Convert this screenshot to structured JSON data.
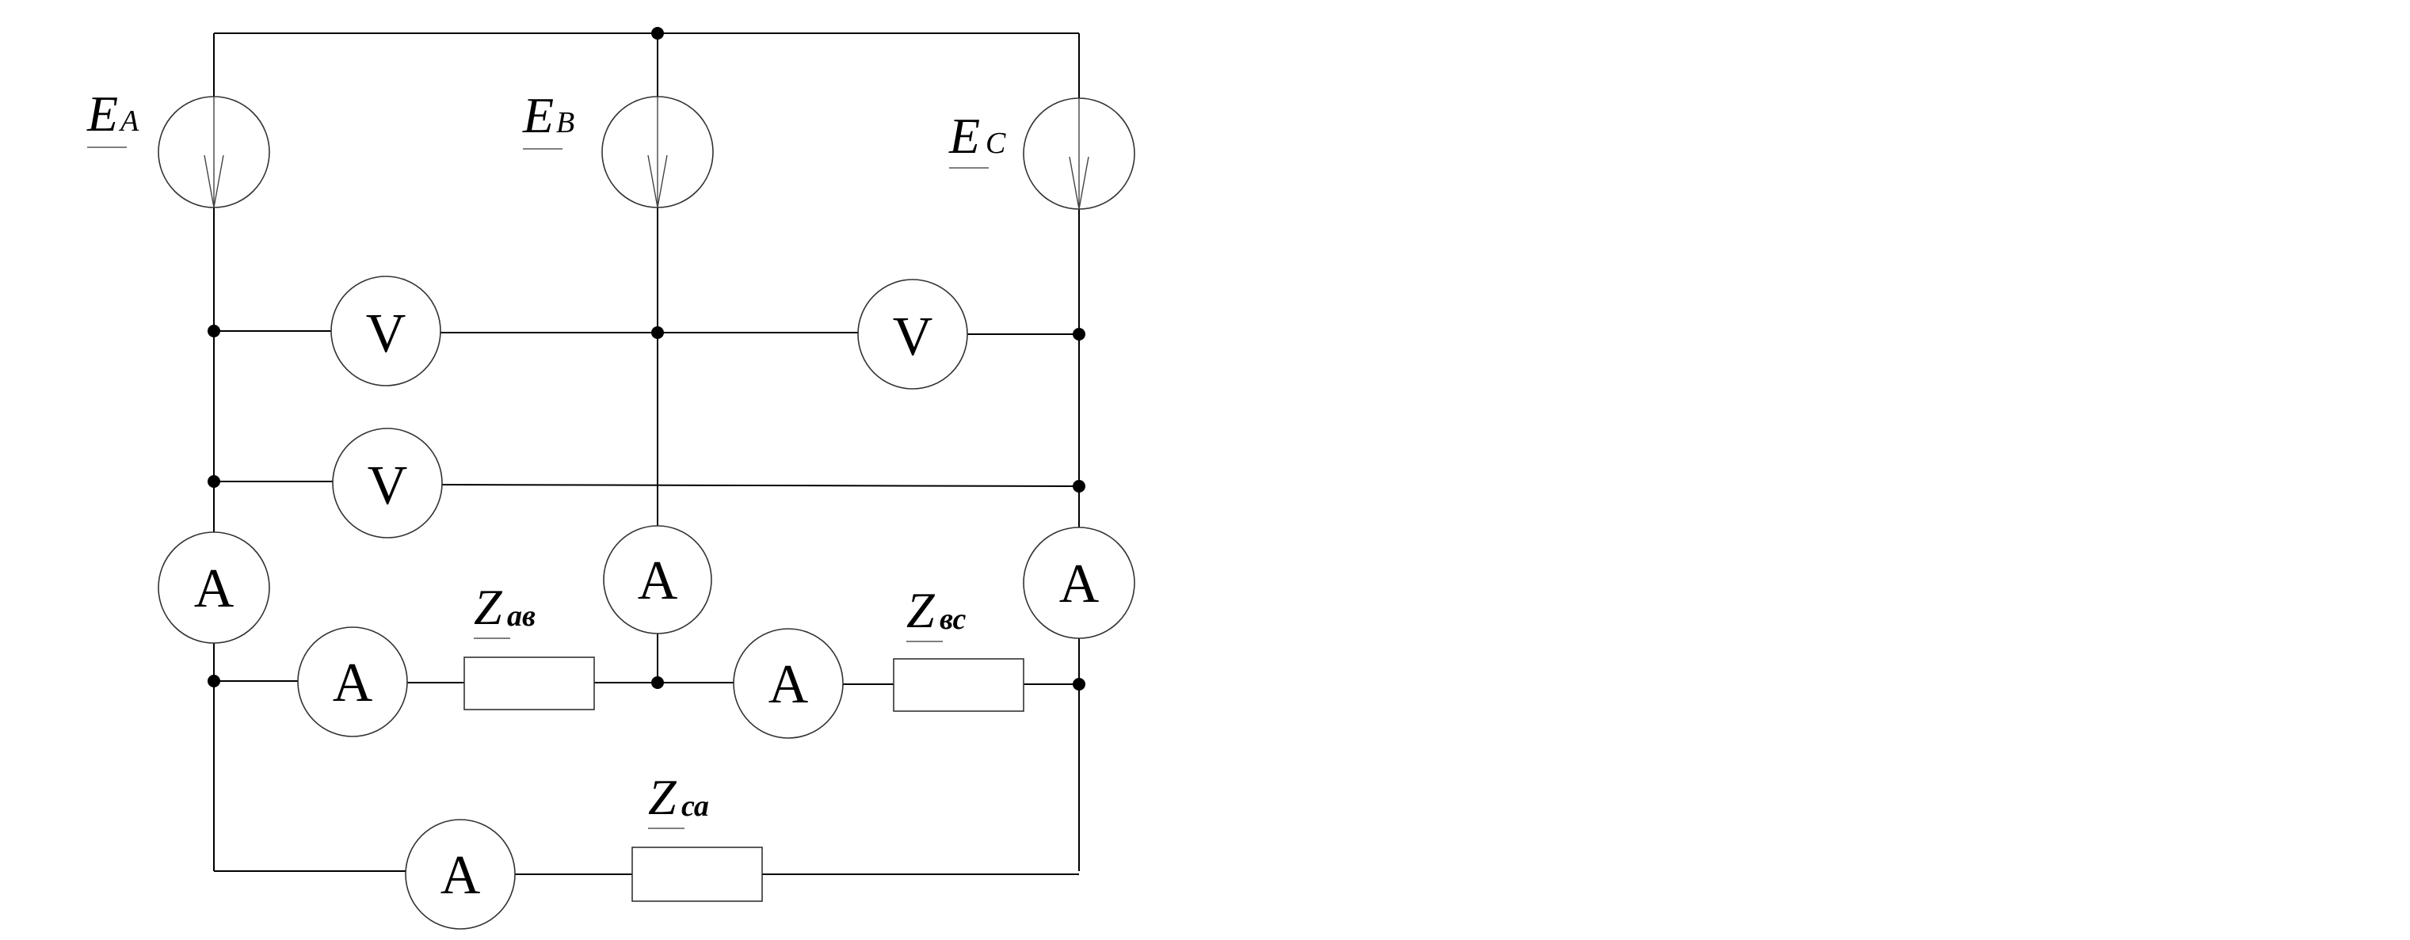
{
  "sources": [
    {
      "id": "ea",
      "main": "E",
      "sub": "A"
    },
    {
      "id": "eb",
      "main": "E",
      "sub": "B"
    },
    {
      "id": "ec",
      "main": "E",
      "sub": "C"
    }
  ],
  "loads": [
    {
      "id": "zab",
      "main": "Z",
      "sub": "ав"
    },
    {
      "id": "zbc",
      "main": "Z",
      "sub": "вс"
    },
    {
      "id": "zca",
      "main": "Z",
      "sub": "са"
    }
  ],
  "meters": {
    "voltmeter_symbol": "V",
    "ammeter_symbol": "A"
  }
}
